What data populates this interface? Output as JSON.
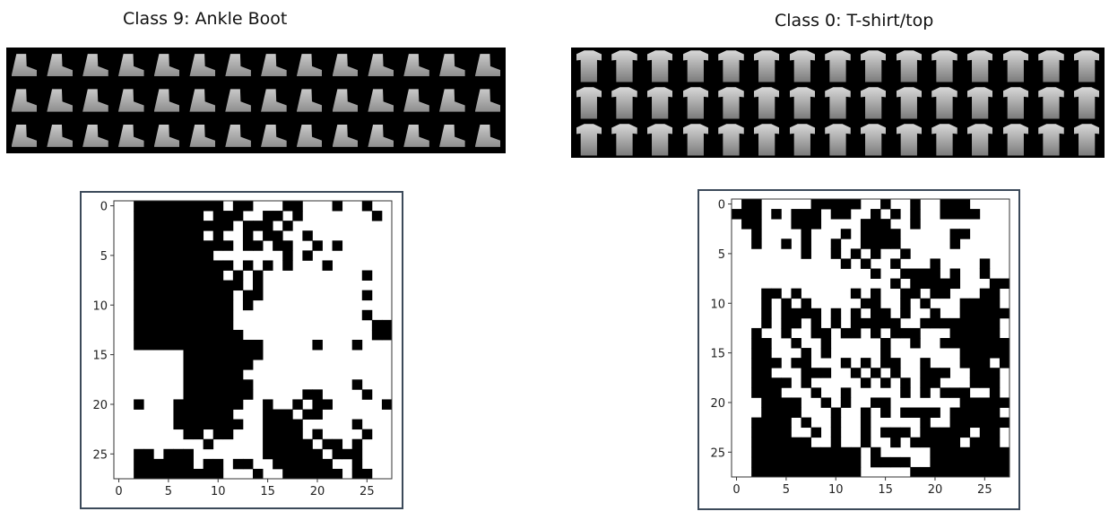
{
  "chart_data": [
    {
      "type": "heatmap",
      "title": "Class 9: Ankle Boot",
      "colormap": "gray_r",
      "grid": false,
      "xlim": [
        0,
        27
      ],
      "ylim": [
        0,
        27
      ],
      "x_ticks": [
        "0",
        "5",
        "10",
        "15",
        "20",
        "25"
      ],
      "y_ticks": [
        "0",
        "5",
        "10",
        "15",
        "20",
        "25"
      ],
      "rows": [
        "..#########.##...##...#..#..",
        "..#######.###..##.#.......#.",
        "..##########.###.#.........",
        "..#######.#..#.##..#.......",
        "..##########.##.##..#.#....",
        "..########.......#.#.......",
        "..##########.#.#.#...#.....",
        "..#########.#.#..........#.",
        "..###########.#............",
        "..##########.##..........#.",
        "..##########.#.............",
        "..##########.............#.",
        "..##########..............##",
        "..###########.............##",
        "..#############.....#...#..",
        ".......########.............",
        ".......#######..............",
        ".......######...............",
        ".......#######..........#...",
        ".......#######.....##....#..",
        "..#...#######..#..#.##.....#",
        "......######...###.##.......",
        "......#######..####.....#...",
        ".......##.##...####.#....#..",
        ".........#.....#####.##.#...",
        "..##.###.......######.###..",
        "..######.##.##..######..#...",
        "..#########...#..######.##.."
      ]
    },
    {
      "type": "heatmap",
      "title": "Class 0: T-shirt/top",
      "colormap": "gray_r",
      "grid": false,
      "xlim": [
        0,
        27
      ],
      "ylim": [
        0,
        27
      ],
      "x_ticks": [
        "0",
        "5",
        "10",
        "15",
        "20",
        "25"
      ],
      "y_ticks": [
        "0",
        "5",
        "10",
        "15",
        "20",
        "25"
      ],
      "rows": [
        ".##.....#####..#..#..###..",
        "###.#.###.##..#.#.#..####..",
        ".##...###....###..#........",
        "..#....#...#.####.....##....",
        "..#..#.#..#..####.....#.....",
        ".......#..#.#.#..#.........",
        "...........#.#..#...#....#.",
        "..............#..####.#..#.",
        "................#.#####...##",
        "...##.#.....#.#..##.##...##",
        "...#.#.#.....##..#.#...####",
        "...#.####.#.#.##.#..#..#####",
        "...#.##.#.#.#####..########",
        "..#..#..##.##.#.###...#####",
        "..##..#..#.....#..#..#######",
        "..##...#.#.....#.......#####",
        "..###.##...#.#.##..#...###.#",
        "..##...###..#.#.#..###..###",
        "..####.#.....#.#.#.##...###",
        "..###...#..#.....#.#.###..#",
        "...####..#.#..##.......#####",
        "...####...#..#.#.####.#####",
        "..####.#..#..#.....#..######",
        "..####..#.#..#.###.#####.##",
        "..######..#..#..#.#####.###",
        "..###########.#.....########",
        "..###########.####..########",
        "..###########.....##########"
      ]
    }
  ],
  "thumbnails": {
    "left": {
      "kind": "ankle-boot",
      "rows": 3,
      "cols": 14
    },
    "right": {
      "kind": "t-shirt",
      "rows": 3,
      "cols": 15
    }
  }
}
